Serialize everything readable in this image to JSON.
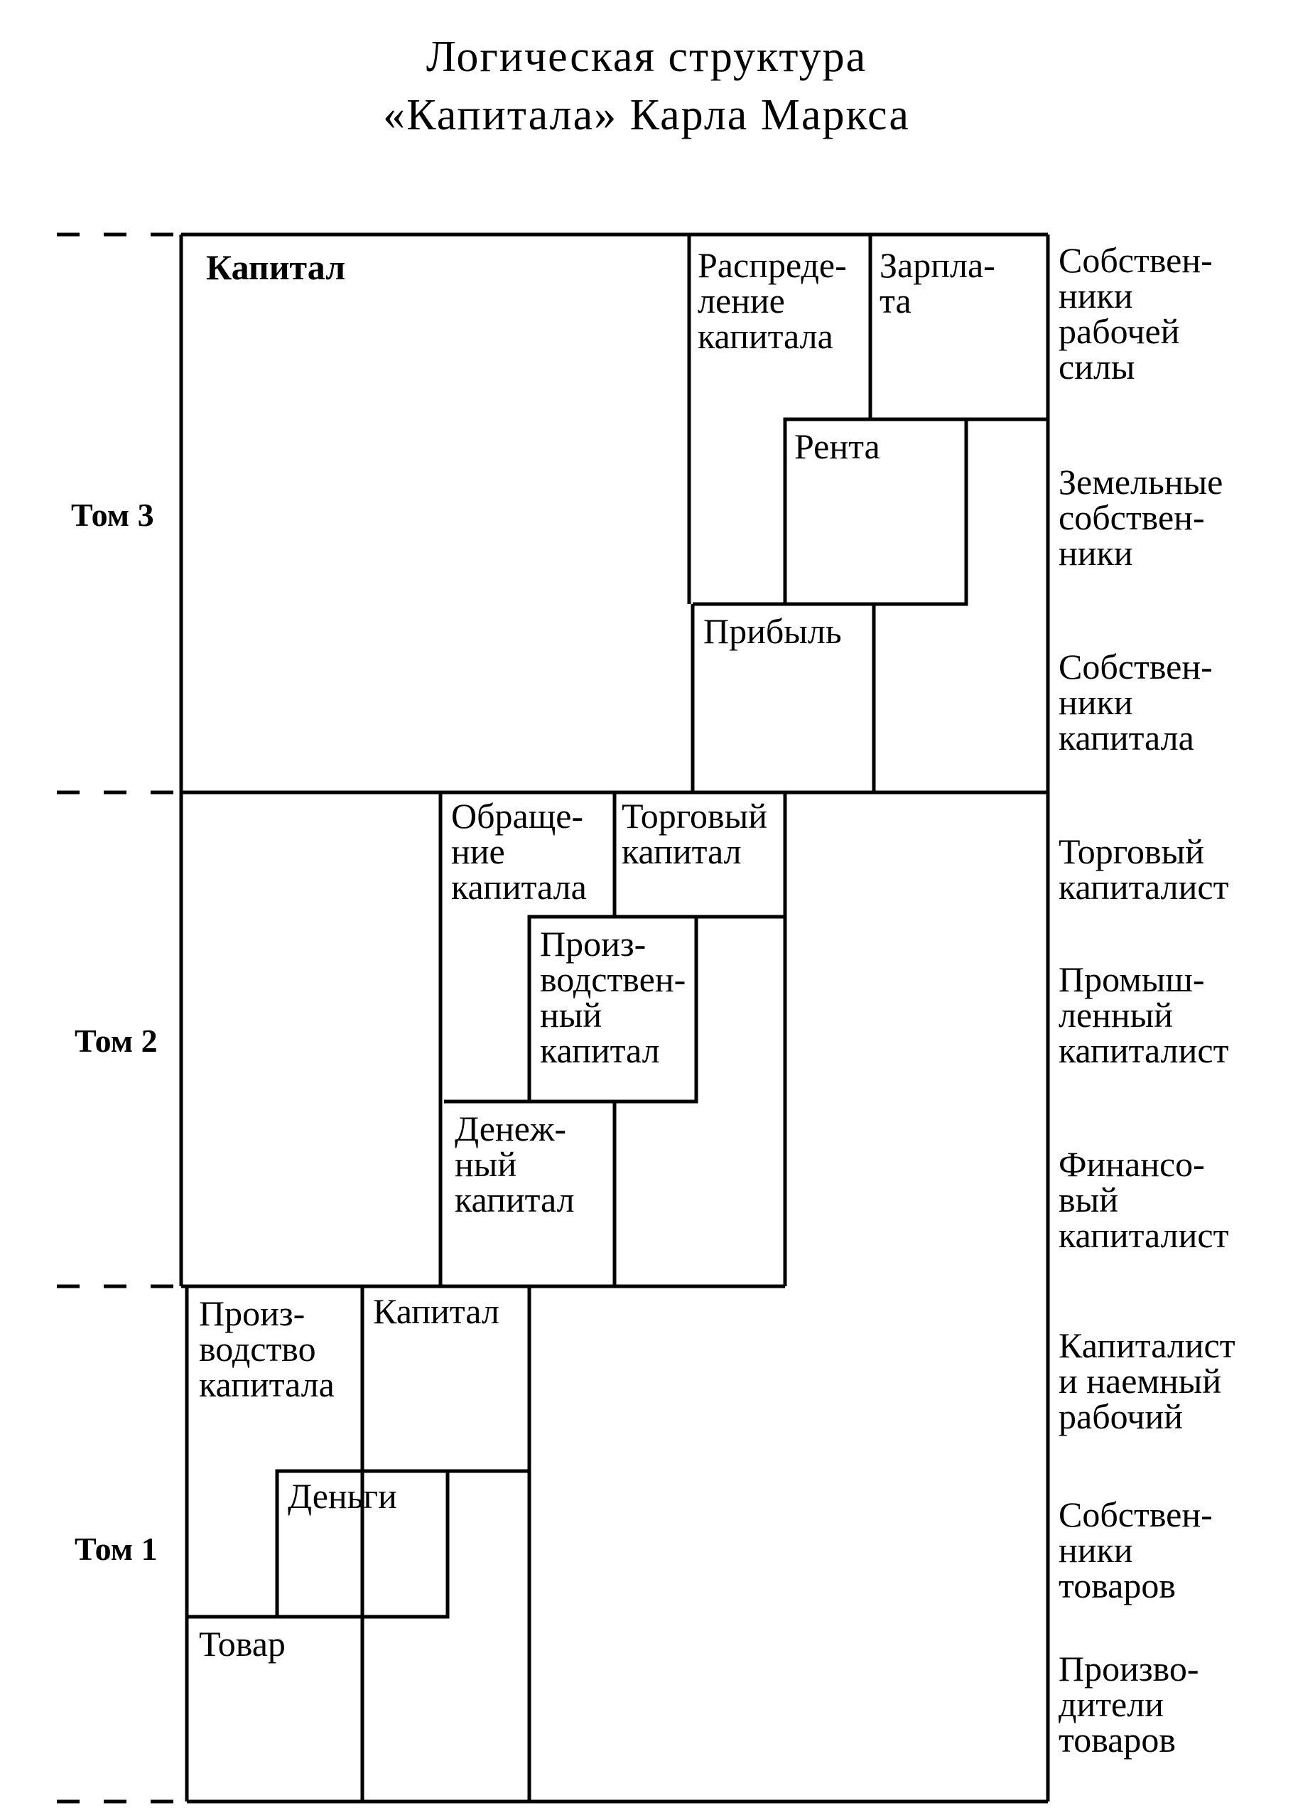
{
  "title": {
    "line1": "Логическая структура",
    "line2": "«Капитала» Карла Маркса"
  },
  "volumes": [
    "Том 3",
    "Том 2",
    "Том 1"
  ],
  "boxes": {
    "capital": [
      "Капитал"
    ],
    "distribution": [
      "Распреде-",
      "ление",
      "капитала"
    ],
    "wages": [
      "Зарпла-",
      "та"
    ],
    "rent": [
      "Рента"
    ],
    "profit": [
      "Прибыль"
    ],
    "circulation": [
      "Обраще-",
      "ние",
      "капитала"
    ],
    "trade_capital": [
      "Торговый",
      "капитал"
    ],
    "productive_capital": [
      "Произ-",
      "водствен-",
      "ный",
      "капитал"
    ],
    "money_capital": [
      "Денеж-",
      "ный",
      "капитал"
    ],
    "production": [
      "Произ-",
      "водство",
      "капитала"
    ],
    "capital_v1": [
      "Капитал"
    ],
    "money": [
      "Деньги"
    ],
    "commodity": [
      "Товар"
    ]
  },
  "classes": [
    [
      "Собствен-",
      "ники",
      "рабочей",
      "силы"
    ],
    [
      "Земельные",
      "собствен-",
      "ники"
    ],
    [
      "Собствен-",
      "ники",
      "капитала"
    ],
    [
      "Торговый",
      "капиталист"
    ],
    [
      "Промыш-",
      "ленный",
      "капиталист"
    ],
    [
      "Финансо-",
      "вый",
      "капиталист"
    ],
    [
      "Капиталист",
      "и наемный",
      "рабочий"
    ],
    [
      "Собствен-",
      "ники",
      "товаров"
    ],
    [
      "Произво-",
      "дители",
      "товаров"
    ]
  ]
}
